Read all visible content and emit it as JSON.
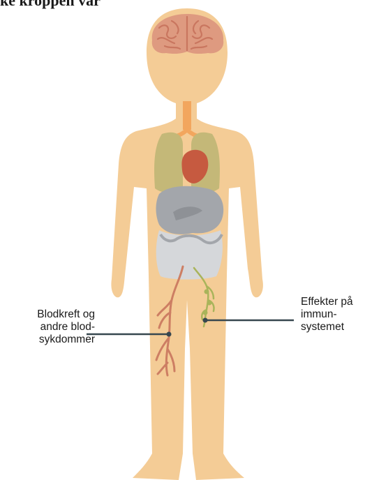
{
  "title": "ke kroppen vår",
  "callouts": {
    "blood": {
      "lines": [
        "Blodkreft og",
        "andre blod-",
        "sykdommer"
      ]
    },
    "immune": {
      "lines": [
        "Effekter på",
        "immun-",
        "systemet"
      ]
    }
  },
  "colors": {
    "skin": "#f4cc96",
    "brain": "#de9a80",
    "brain_outline": "#c9765f",
    "throat": "#f2a65e",
    "lungs": "#c4b878",
    "heart": "#c65a40",
    "stomach": "#a3a6ab",
    "intestine": "#d5d7da",
    "blood_vessel": "#cd7e63",
    "lymph": "#a9b45a",
    "leader_line": "#37474f"
  }
}
